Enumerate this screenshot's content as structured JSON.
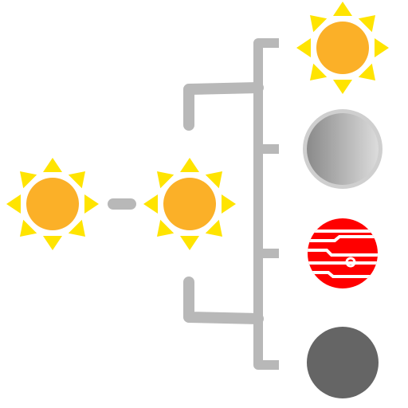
{
  "diagram": {
    "kind": "icon-illustration",
    "colors": {
      "background": "#ffffff",
      "connector": "#b8b8b8",
      "connector_dark": "#a9a9a9",
      "sun_core": "#fbb028",
      "sun_ray": "#ffe400",
      "sun_ring": "#ffffff",
      "moon_light": "#dcdcdc",
      "moon_dark": "#8a8a8a",
      "moon_ring": "#cfcfcf",
      "red_planet": "#ff0000",
      "red_planet_stripe": "#ffffff",
      "dark_planet": "#656565"
    },
    "nodes": [
      {
        "id": "sun-left",
        "icon": "sun-icon"
      },
      {
        "id": "sun-center",
        "icon": "sun-icon"
      },
      {
        "id": "sun-top-right",
        "icon": "sun-icon"
      },
      {
        "id": "gray-moon",
        "icon": "moon-icon"
      },
      {
        "id": "red-striped-planet",
        "icon": "red-planet-icon"
      },
      {
        "id": "dark-planet",
        "icon": "dark-planet-icon"
      }
    ]
  }
}
